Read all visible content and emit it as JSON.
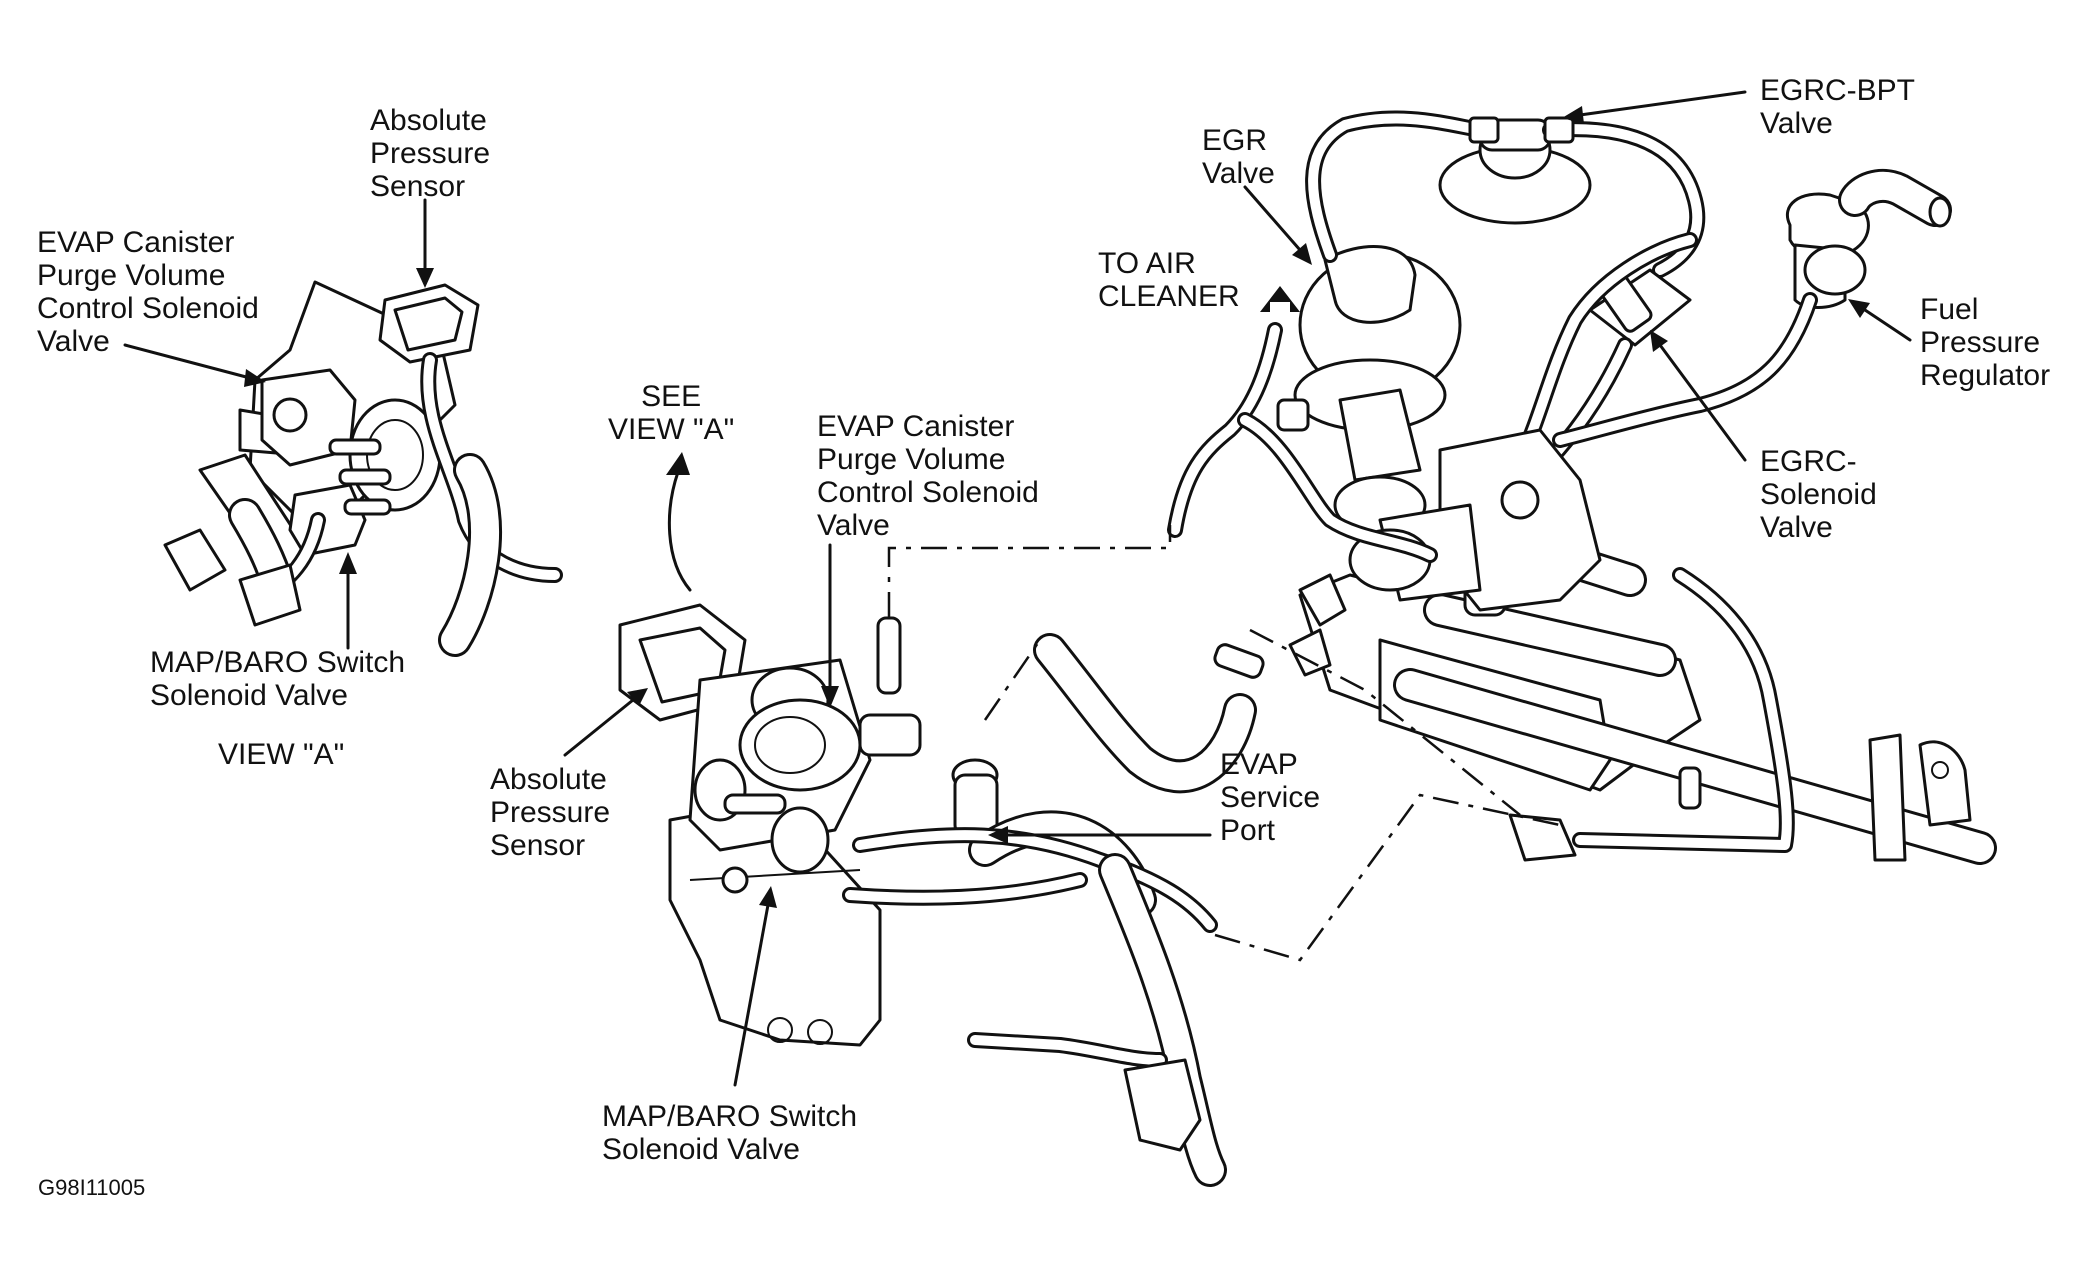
{
  "labels": {
    "view_a_absolute_pressure_sensor": [
      "Absolute",
      "Pressure",
      "Sensor"
    ],
    "view_a_evap_purge_valve": [
      "EVAP Canister",
      "Purge Volume",
      "Control Solenoid",
      "Valve"
    ],
    "view_a_map_baro_valve": [
      "MAP/BARO Switch",
      "Solenoid Valve"
    ],
    "view_a_caption": "VIEW \"A\"",
    "see_view_a": [
      "SEE",
      "VIEW \"A\""
    ],
    "main_evap_purge_valve": [
      "EVAP Canister",
      "Purge Volume",
      "Control Solenoid",
      "Valve"
    ],
    "main_absolute_pressure_sensor": [
      "Absolute",
      "Pressure",
      "Sensor"
    ],
    "main_map_baro_valve": [
      "MAP/BARO Switch",
      "Solenoid Valve"
    ],
    "evap_service_port": [
      "EVAP",
      "Service",
      "Port"
    ],
    "to_air_cleaner": [
      "TO AIR",
      "CLEANER"
    ],
    "egr_valve": [
      "EGR",
      "Valve"
    ],
    "egrc_bpt_valve": [
      "EGRC-BPT",
      "Valve"
    ],
    "fuel_pressure_regulator": [
      "Fuel",
      "Pressure",
      "Regulator"
    ],
    "egrc_solenoid_valve": [
      "EGRC-",
      "Solenoid",
      "Valve"
    ]
  },
  "figure_id": "G98I11005"
}
